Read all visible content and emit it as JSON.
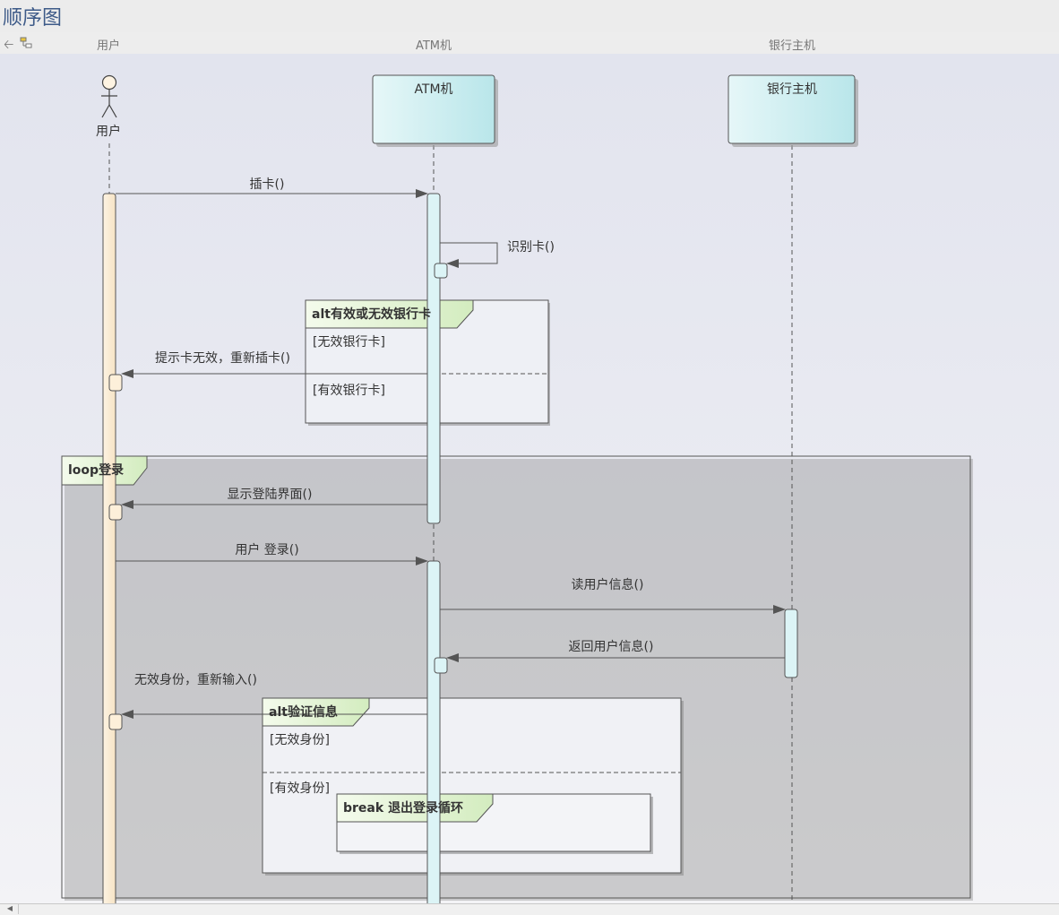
{
  "diagram": {
    "title": "顺序图"
  },
  "lifelines": [
    {
      "id": "user",
      "header": "用户",
      "name": "用户",
      "kind": "actor"
    },
    {
      "id": "atm",
      "header": "ATM机",
      "name": "ATM机",
      "kind": "object"
    },
    {
      "id": "bank",
      "header": "银行主机",
      "name": "银行主机",
      "kind": "object"
    }
  ],
  "messages": [
    {
      "label": "插卡()",
      "from": "user",
      "to": "atm"
    },
    {
      "label": "识别卡()",
      "from": "atm",
      "to": "atm"
    },
    {
      "label": "提示卡无效，重新插卡()",
      "from": "atm",
      "to": "user"
    },
    {
      "label": "显示登陆界面()",
      "from": "atm",
      "to": "user"
    },
    {
      "label": "用户 登录()",
      "from": "user",
      "to": "atm"
    },
    {
      "label": "读用户信息()",
      "from": "atm",
      "to": "bank"
    },
    {
      "label": "返回用户信息()",
      "from": "bank",
      "to": "atm"
    },
    {
      "label": "无效身份，重新输入()",
      "from": "atm",
      "to": "user"
    }
  ],
  "fragments": {
    "alt_card": {
      "operator": "alt",
      "title": "有效或无效银行卡",
      "guards": [
        "[无效银行卡]",
        "[有效银行卡]"
      ]
    },
    "loop_login": {
      "operator": "loop",
      "title": "登录"
    },
    "alt_verify": {
      "operator": "alt",
      "title": "验证信息",
      "guards": [
        "[无效身份]",
        "[有效身份]"
      ]
    },
    "break_exit": {
      "operator": "break",
      "title": "退出登录循环"
    }
  },
  "colors": {
    "user_activation": "#fdf0da",
    "object_activation": "#dcf4f6",
    "object_box_start": "#e6f7f8",
    "object_box_end": "#b9e6ea",
    "fragment_tag": "#e5f4d5",
    "line": "#555555",
    "title": "#3d5a88"
  }
}
